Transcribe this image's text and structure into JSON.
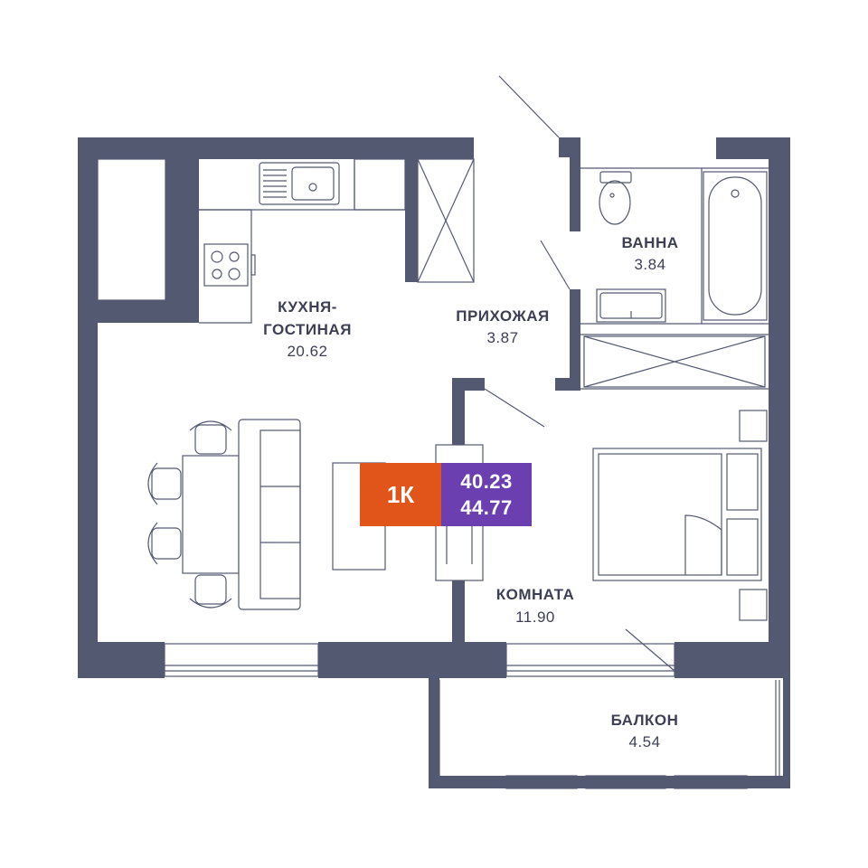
{
  "colors": {
    "wall": "#545972",
    "text": "#3d3f55",
    "badge_type_bg": "#e1541a",
    "badge_area_bg": "#6b3fb0"
  },
  "badge": {
    "type": "1К",
    "living_area": "40.23",
    "total_area": "44.77"
  },
  "rooms": {
    "kitchen": {
      "label_line1": "КУХНЯ-",
      "label_line2": "ГОСТИНАЯ",
      "area": "20.62"
    },
    "hall": {
      "label": "ПРИХОЖАЯ",
      "area": "3.87"
    },
    "bath": {
      "label": "ВАННА",
      "area": "3.84"
    },
    "room": {
      "label": "КОМНАТА",
      "area": "11.90"
    },
    "balcony": {
      "label": "БАЛКОН",
      "area": "4.54"
    }
  }
}
